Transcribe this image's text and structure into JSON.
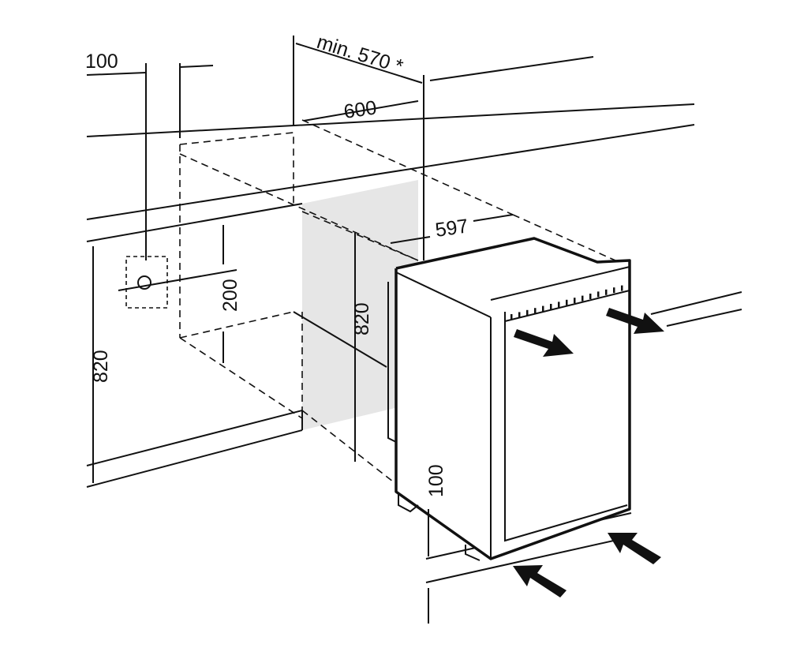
{
  "diagram": {
    "type": "installation-dimension-drawing",
    "dimensions": {
      "outlet_offset": "100",
      "min_depth": "min. 570 *",
      "niche_depth": "600",
      "appliance_depth": "597",
      "niche_height": "820",
      "outlet_height": "200",
      "appliance_height": "820",
      "plinth_height": "100"
    },
    "colors": {
      "line": "#111111",
      "shade": "#e6e6e6",
      "background": "#ffffff"
    }
  }
}
